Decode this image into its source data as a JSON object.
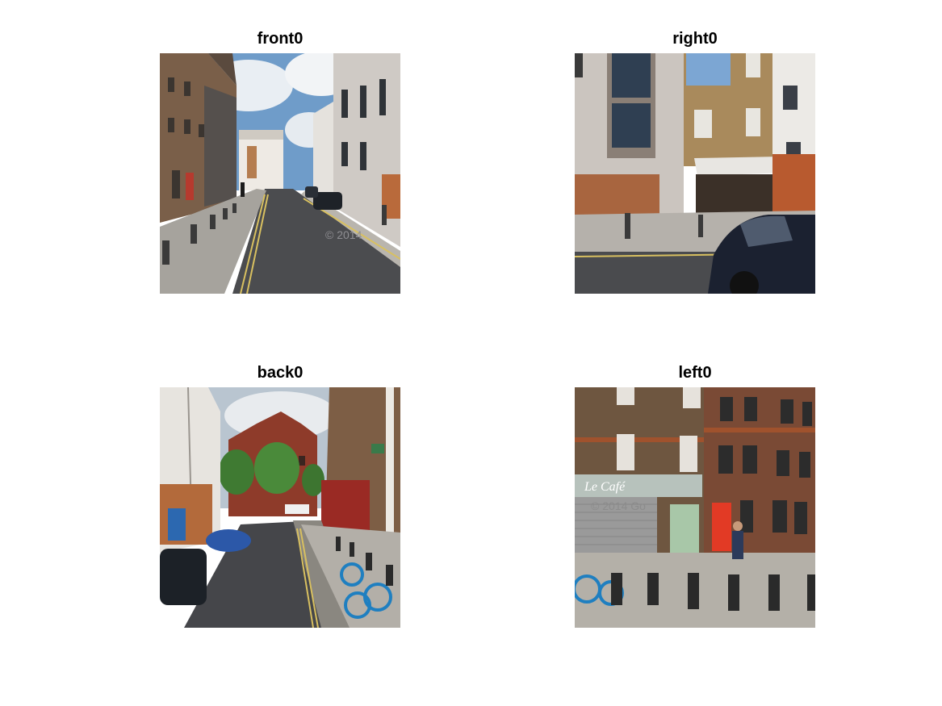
{
  "figure": {
    "panels": [
      {
        "title": "front0",
        "watermark": "© 2014"
      },
      {
        "title": "right0"
      },
      {
        "title": "back0"
      },
      {
        "title": "left0",
        "shop_sign": "Le Café",
        "watermark": "© 2014 Go"
      }
    ]
  }
}
